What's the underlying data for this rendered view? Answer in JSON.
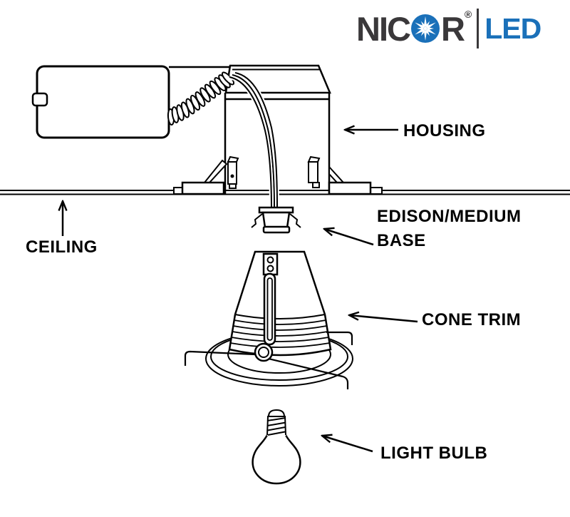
{
  "logo": {
    "brand_prefix": "NIC",
    "brand_suffix": "R",
    "registered_mark": "®",
    "sub_brand": "LED",
    "brand_color": "#3a383a",
    "accent_color": "#1a70b9"
  },
  "diagram": {
    "background_color": "#ffffff",
    "line_color": "#000000",
    "labels": {
      "housing": "HOUSING",
      "ceiling": "CEILING",
      "edison_base_line1": "EDISON/MEDIUM",
      "edison_base_line2": "BASE",
      "cone_trim": "CONE TRIM",
      "light_bulb": "LIGHT BULB"
    }
  }
}
